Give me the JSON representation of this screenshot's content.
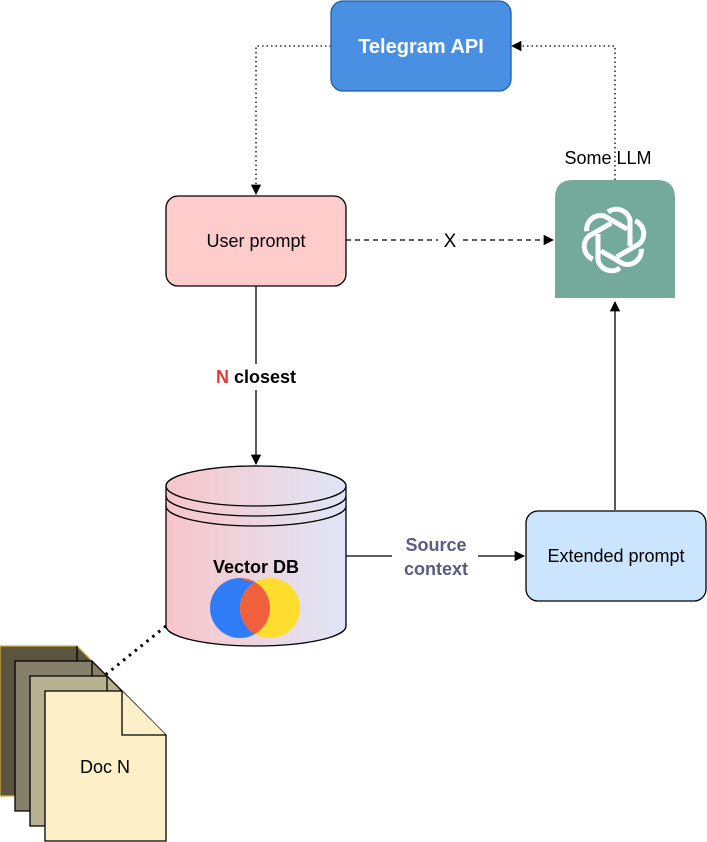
{
  "nodes": {
    "telegram_api": {
      "label": "Telegram API"
    },
    "user_prompt": {
      "label": "User prompt"
    },
    "llm": {
      "label": "Some LLM",
      "icon": "openai-logo-icon"
    },
    "vector_db": {
      "label": "Vector DB",
      "icon": "vector-db-logo-icon"
    },
    "extended_prompt": {
      "label": "Extended prompt"
    },
    "documents": {
      "label": "Doc N",
      "icon": "document-stack-icon"
    }
  },
  "edges": {
    "user_to_llm": {
      "label": "X"
    },
    "user_to_db": {
      "label_highlight": "N",
      "label_rest": " closest"
    },
    "db_to_extended": {
      "label_line1": "Source",
      "label_line2": "context"
    }
  },
  "colors": {
    "telegram_fill": "#4a90e2",
    "user_prompt_fill": "#ffcccc",
    "extended_prompt_fill": "#cce5ff",
    "llm_fill": "#74aa9c",
    "db_gradient_start": "#f8c5c9",
    "db_gradient_end": "#dfe6f7",
    "doc_fill": "#fdf0c9",
    "edge_label_color": "#5a5a82",
    "highlight_red": "#e53935"
  }
}
